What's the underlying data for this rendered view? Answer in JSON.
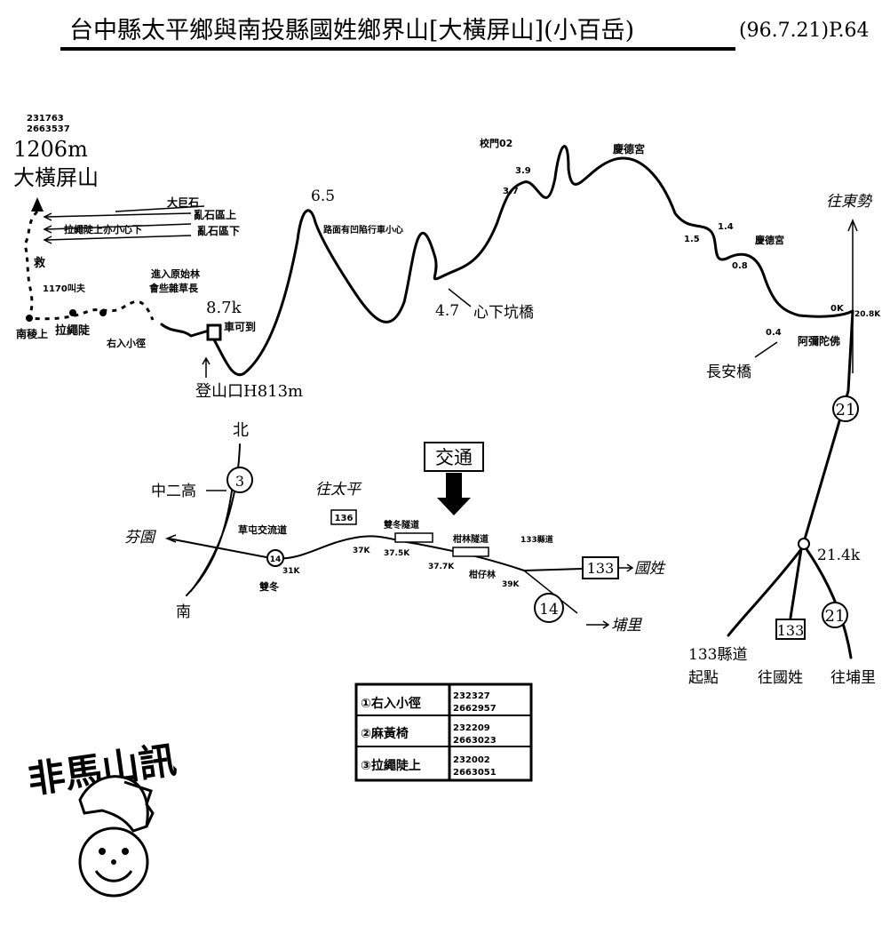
{
  "title": {
    "main": "台中縣太平鄉與南投縣國姓鄉界山[大橫屏山](小百岳)",
    "date_page": "(96.7.21)P.64"
  },
  "summit": {
    "coords": [
      "231763",
      "2663537"
    ],
    "elevation": "1206m",
    "name": "大橫屏山"
  },
  "route_labels": {
    "big_rock": "大巨石",
    "rock_upper": "亂石區上",
    "rock_lower": "亂石區下",
    "rope_steep": "拉繩陡上亦小心下",
    "rescue": "救",
    "junction_1170": "1170叫夫",
    "ridge_up": "南稜上",
    "rope_label": "拉繩陡",
    "right_path": "右入小徑",
    "enter_forest": "進入原始林",
    "note_forest": "會些雜草長",
    "trailhead_km": "8.7k",
    "trailhead": "登山口H813m",
    "car_reach": "車可到",
    "peak_km": "6.5",
    "road_note": "路面有凹陷行車小心",
    "bridge_km": "4.7",
    "bridge": "心下坑橋",
    "km_39": "3.9",
    "km_37": "3.7",
    "km_15": "1.5",
    "km_14": "1.4",
    "km_08": "0.8",
    "km_04": "0.4",
    "km_0": "0K",
    "km_20": "20.8K",
    "to_dongshi": "往東勢",
    "changan_bridge": "長安橋",
    "temple": "阿彌陀佛"
  },
  "legend_signs": [
    "校門02",
    "慶德宮",
    "慶德宮"
  ],
  "road": {
    "route21": "21",
    "junction_km": "21.4k",
    "route133": "133",
    "route21b": "21",
    "road133_start": [
      "133縣道",
      "起點"
    ],
    "to_guoxing": "往國姓",
    "to_puli": "往埔里"
  },
  "traffic": {
    "north": "北",
    "highway": "中二高",
    "highway_no": "3",
    "south": "南",
    "fenyuan": "芬園",
    "to_taiping": "往太平",
    "box_label": "交通",
    "interchange": "草屯交流道",
    "route14_small": "14",
    "shuangdong": "雙冬",
    "km31": "31K",
    "route136": "136",
    "km37": "37K",
    "tunnel1": "雙冬隧道",
    "km375": "37.5K",
    "km377": "37.7K",
    "tunnel2": "柑林隧道",
    "ganlin": "柑仔林",
    "km39": "39K",
    "road133_label": "133縣道",
    "route133": "133",
    "guoxing": "國姓",
    "route14": "14",
    "puli": "埔里"
  },
  "coord_table": [
    {
      "name": "①右入小徑",
      "x": "232327",
      "y": "2662957"
    },
    {
      "name": "②麻黃椅",
      "x": "232209",
      "y": "2663023"
    },
    {
      "name": "③拉繩陡上",
      "x": "232002",
      "y": "2663051"
    }
  ],
  "logo": {
    "text": "非馬山訊"
  }
}
